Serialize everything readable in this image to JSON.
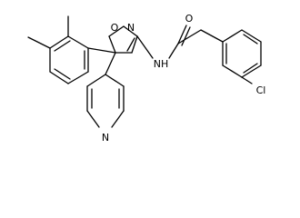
{
  "molecule": {
    "atoms": {
      "isoxazole_o": "O",
      "isoxazole_n": "N",
      "amide_nh": "NH",
      "carbonyl_o": "O",
      "chlorine": "Cl",
      "pyridine_n": "N"
    }
  },
  "colors": {
    "bond": "#000000",
    "label": "#000000",
    "background": "#ffffff"
  }
}
